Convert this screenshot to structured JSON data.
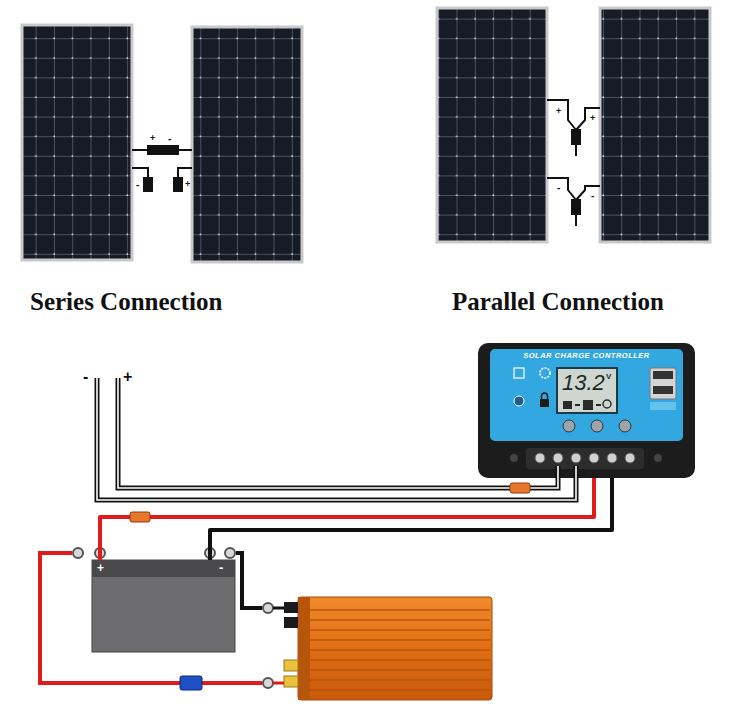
{
  "diagram": {
    "nodes": [
      {
        "text": [
          "SOLAR CHARGE CONTROLLER",
          "13.2",
          "V"
        ]
      },
      {
        "text": [
          "+",
          "-"
        ]
      }
    ],
    "edges": [
      {
        "from": 0,
        "to": 1,
        "arrow": "none"
      },
      {
        "from": 0,
        "to": 1,
        "arrow": "none"
      }
    ],
    "labels": [
      "+",
      "-",
      "-",
      "+",
      "+",
      "+",
      "-",
      "-",
      "Series Connection",
      "Parallel Connection",
      "-",
      "+"
    ]
  }
}
